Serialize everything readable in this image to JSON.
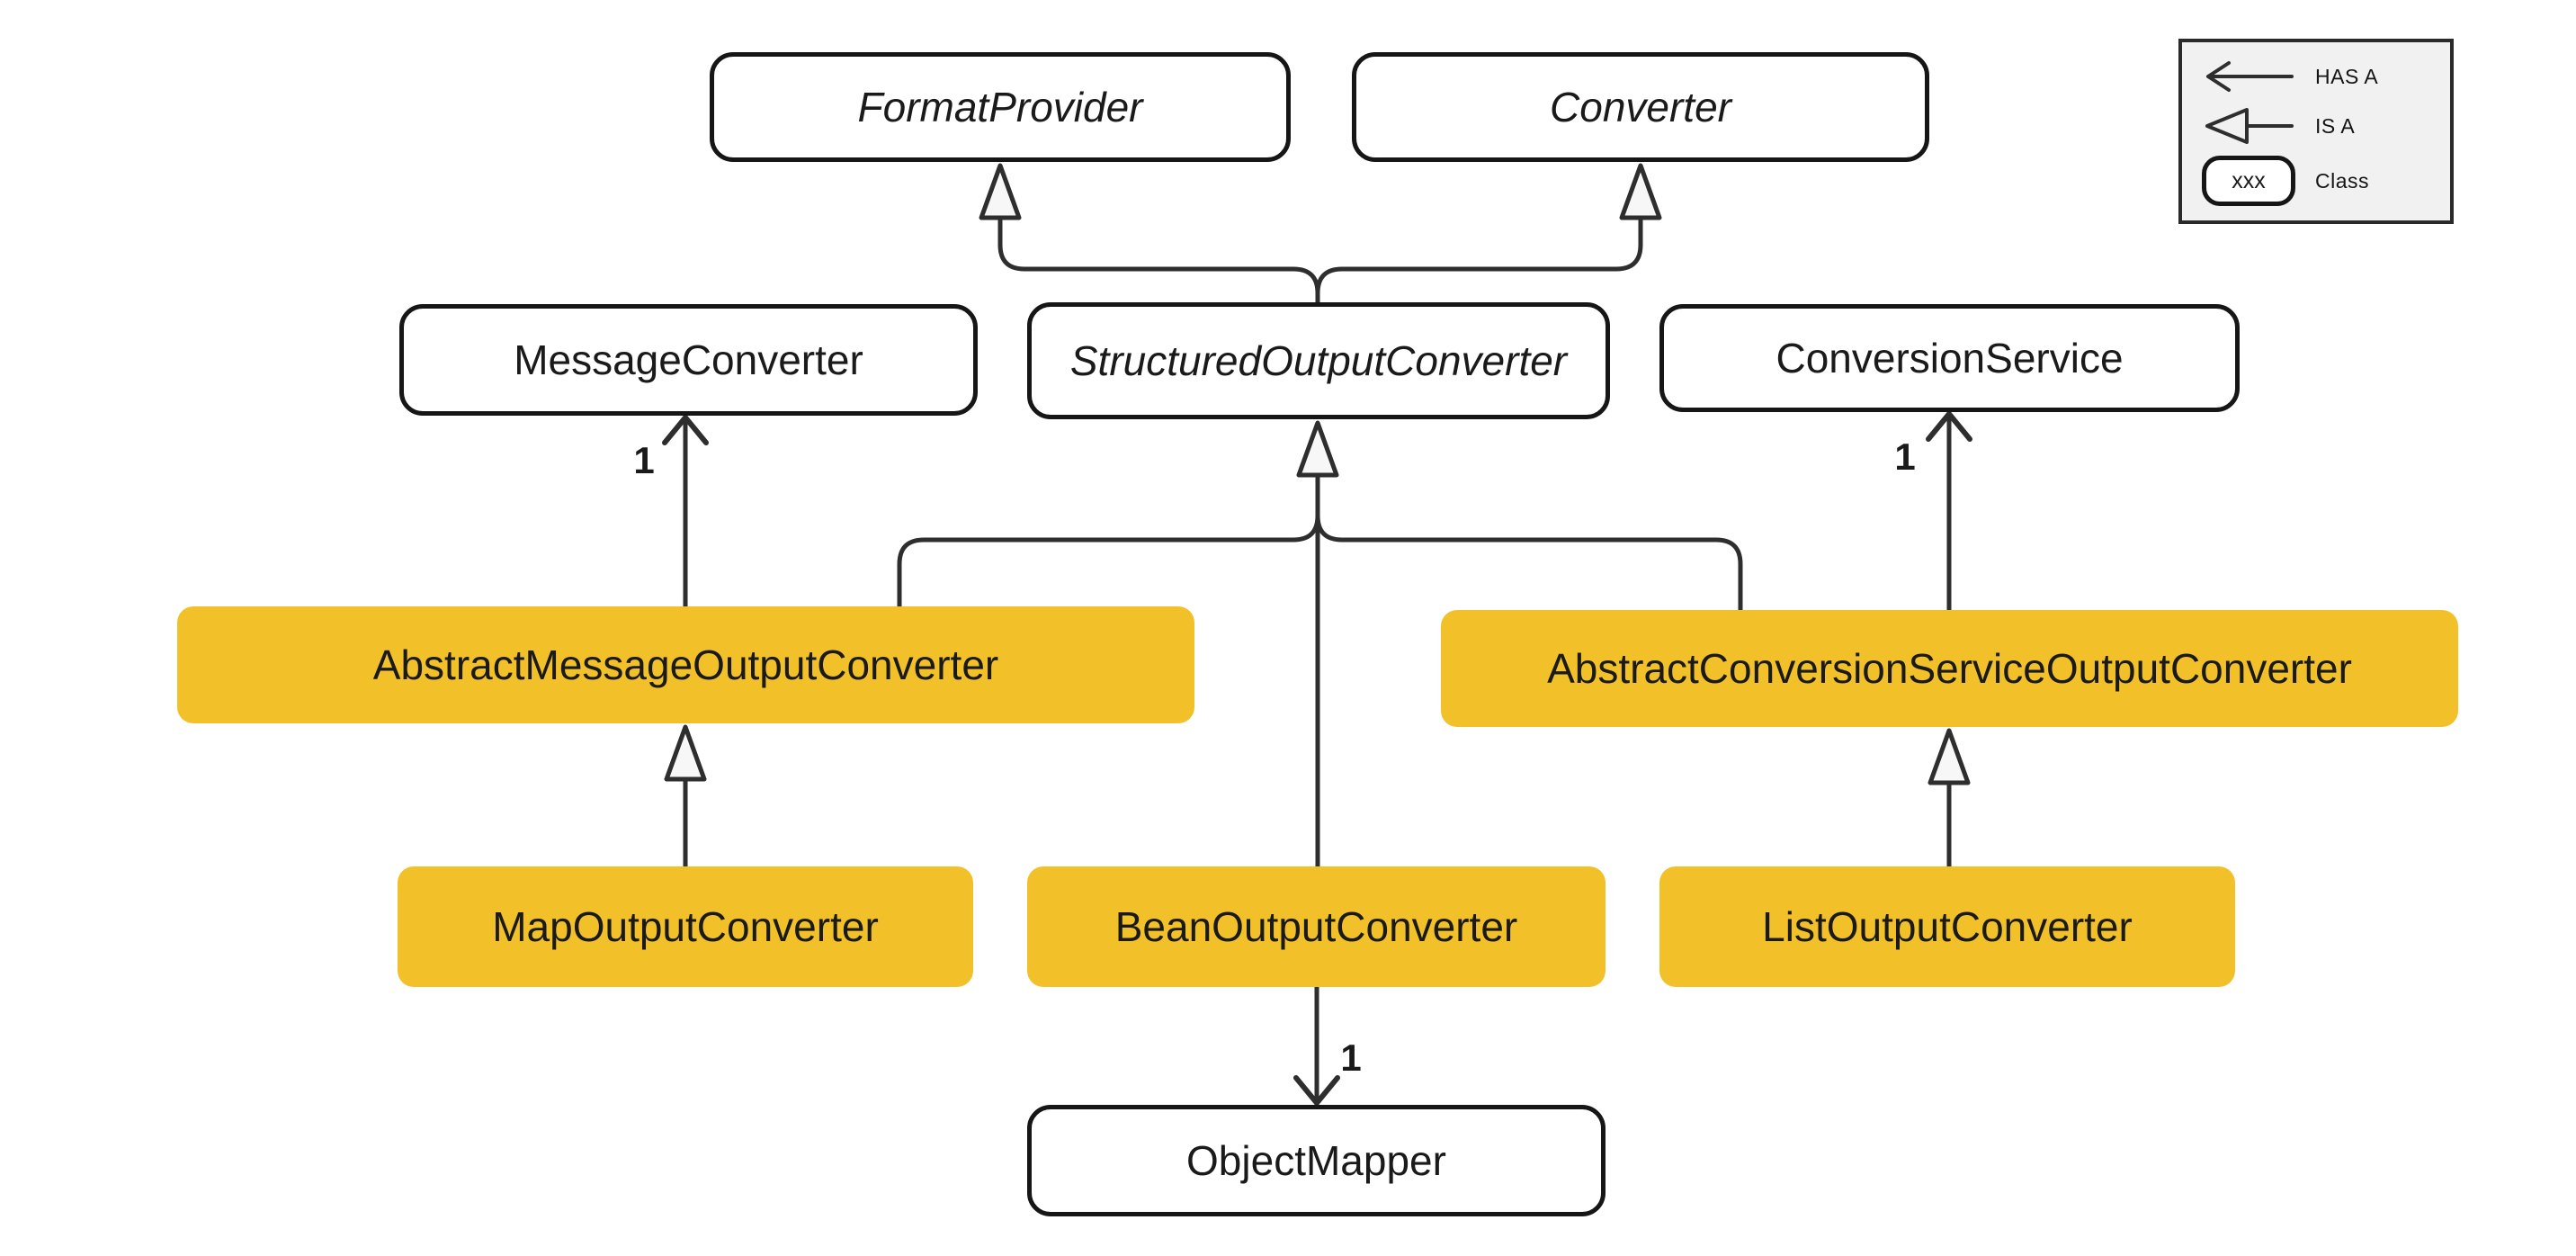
{
  "colors": {
    "highlight_yellow": "#f2c129",
    "edge_stroke": "#2e2e2e",
    "node_border": "#161616",
    "legend_background": "#f1f1f1",
    "background": "#ffffff",
    "text": "#1a1a1a"
  },
  "nodes": {
    "formatProvider": {
      "label": "FormatProvider",
      "style": "interface"
    },
    "converter": {
      "label": "Converter",
      "style": "interface"
    },
    "messageConverter": {
      "label": "MessageConverter",
      "style": "class"
    },
    "structuredOutputConverter": {
      "label": "StructuredOutputConverter",
      "style": "interface"
    },
    "conversionService": {
      "label": "ConversionService",
      "style": "class"
    },
    "abstractMessageOutputConverter": {
      "label": "AbstractMessageOutputConverter",
      "style": "highlighted"
    },
    "abstractConversionServiceOutputConverter": {
      "label": "AbstractConversionServiceOutputConverter",
      "style": "highlighted"
    },
    "mapOutputConverter": {
      "label": "MapOutputConverter",
      "style": "highlighted"
    },
    "beanOutputConverter": {
      "label": "BeanOutputConverter",
      "style": "highlighted"
    },
    "listOutputConverter": {
      "label": "ListOutputConverter",
      "style": "highlighted"
    },
    "objectMapper": {
      "label": "ObjectMapper",
      "style": "class"
    }
  },
  "multiplicities": {
    "messageConverter": "1",
    "conversionService": "1",
    "objectMapper": "1"
  },
  "relationships": [
    {
      "type": "IS A",
      "from": "StructuredOutputConverter",
      "to": "FormatProvider"
    },
    {
      "type": "IS A",
      "from": "StructuredOutputConverter",
      "to": "Converter"
    },
    {
      "type": "IS A",
      "from": "AbstractMessageOutputConverter",
      "to": "StructuredOutputConverter"
    },
    {
      "type": "IS A",
      "from": "BeanOutputConverter",
      "to": "StructuredOutputConverter"
    },
    {
      "type": "IS A",
      "from": "AbstractConversionServiceOutputConverter",
      "to": "StructuredOutputConverter"
    },
    {
      "type": "IS A",
      "from": "MapOutputConverter",
      "to": "AbstractMessageOutputConverter"
    },
    {
      "type": "IS A",
      "from": "ListOutputConverter",
      "to": "AbstractConversionServiceOutputConverter"
    },
    {
      "type": "HAS A",
      "from": "AbstractMessageOutputConverter",
      "to": "MessageConverter",
      "multiplicity": "1"
    },
    {
      "type": "HAS A",
      "from": "AbstractConversionServiceOutputConverter",
      "to": "ConversionService",
      "multiplicity": "1"
    },
    {
      "type": "HAS A",
      "from": "BeanOutputConverter",
      "to": "ObjectMapper",
      "multiplicity": "1"
    }
  ],
  "legend": {
    "has_a_label": "HAS A",
    "is_a_label": "IS A",
    "class_label": "Class",
    "class_sample": "xxx"
  }
}
